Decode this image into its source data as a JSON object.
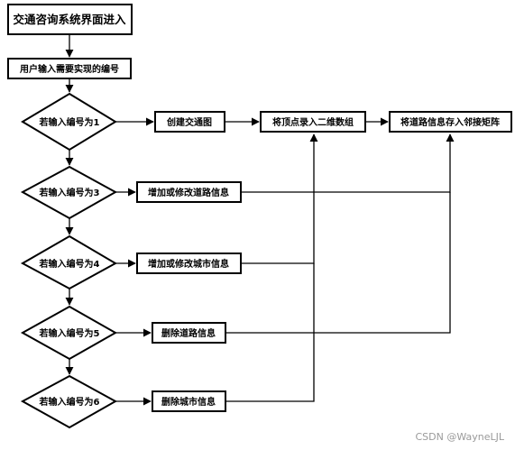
{
  "diagram": {
    "nodes": {
      "start": "交通咨询系统界面进入",
      "input": "用户输入需要实现的编号",
      "d1": "若输入编号为1",
      "d3": "若输入编号为3",
      "d4": "若输入编号为4",
      "d5": "若输入编号为5",
      "d6": "若输入编号为6",
      "create_map": "创建交通图",
      "edit_road": "增加或修改道路信息",
      "edit_city": "增加或修改城市信息",
      "del_road": "删除道路信息",
      "del_city": "删除城市信息",
      "vertex_array": "将顶点录入二维数组",
      "adjacency": "将道路信息存入邻接矩阵"
    }
  },
  "watermark": "CSDN @WayneLJL"
}
